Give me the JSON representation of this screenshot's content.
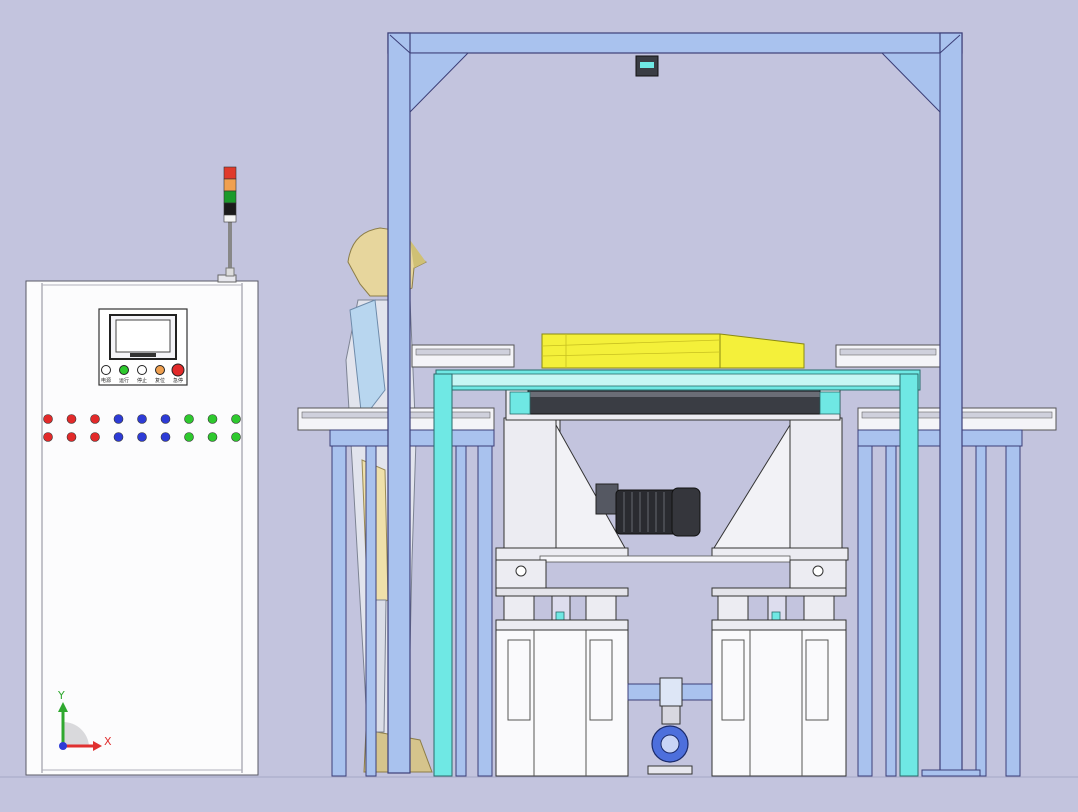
{
  "scene": {
    "background": "#c3c4de",
    "colors": {
      "frame_blue": "#a9c2ee",
      "frame_edge": "#3c3f78",
      "cyan": "#6fe8e4",
      "workpiece_yellow": "#f4f03a",
      "roller_dark": "#3a3d44",
      "motor_dark": "#2a2b30",
      "steel_light": "#ececf2",
      "cabinet_white": "#fcfcfd",
      "led_red": "#e22a2a",
      "led_blue": "#2d3bd6",
      "led_green": "#2ec92e",
      "lamp_red": "#e03a2a",
      "lamp_orange": "#f0a050",
      "lamp_green": "#1a9a2a"
    }
  },
  "cabinet": {
    "panel_buttons": [
      {
        "label": "电源",
        "color": "#ffffff",
        "icon": "power-switch-icon"
      },
      {
        "label": "运行",
        "color": "#2ec92e",
        "icon": "run-lamp-icon"
      },
      {
        "label": "停止",
        "color": "#ffffff",
        "icon": "stop-button-icon"
      },
      {
        "label": "复位",
        "color": "#f0a050",
        "icon": "reset-button-icon"
      },
      {
        "label": "急停",
        "color": "#e22a2a",
        "icon": "emergency-stop-icon"
      }
    ],
    "indicator_rows": [
      [
        "#e22a2a",
        "#e22a2a",
        "#e22a2a",
        "#2d3bd6",
        "#2d3bd6",
        "#2d3bd6",
        "#2ec92e",
        "#2ec92e",
        "#2ec92e"
      ],
      [
        "#e22a2a",
        "#e22a2a",
        "#e22a2a",
        "#2d3bd6",
        "#2d3bd6",
        "#2d3bd6",
        "#2ec92e",
        "#2ec92e",
        "#2ec92e"
      ]
    ],
    "signal_tower": [
      "#e03a2a",
      "#f0a050",
      "#1a9a2a",
      "#1a1a1a"
    ]
  },
  "triad": {
    "y_label": "Y",
    "x_label": "X"
  }
}
